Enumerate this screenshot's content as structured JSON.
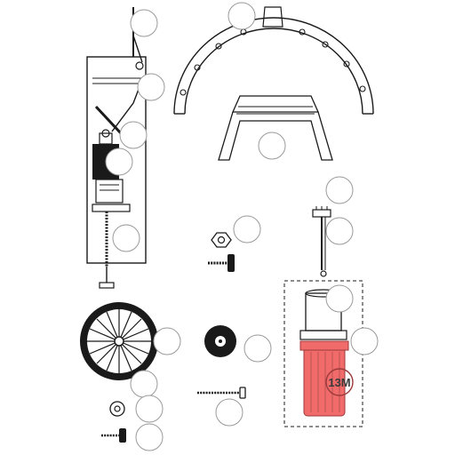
{
  "diagram": {
    "highlight_color": "#f26b6b",
    "highlighted_part": {
      "label": "13M"
    },
    "callouts": [
      {
        "id": "c1",
        "label": ""
      },
      {
        "id": "c2",
        "label": ""
      },
      {
        "id": "c3",
        "label": ""
      },
      {
        "id": "c4",
        "label": ""
      },
      {
        "id": "c5",
        "label": ""
      },
      {
        "id": "c6",
        "label": ""
      },
      {
        "id": "c7",
        "label": ""
      },
      {
        "id": "c8",
        "label": ""
      },
      {
        "id": "c9",
        "label": ""
      },
      {
        "id": "c10",
        "label": ""
      },
      {
        "id": "c11",
        "label": ""
      },
      {
        "id": "c12",
        "label": ""
      },
      {
        "id": "c13",
        "label": ""
      },
      {
        "id": "c14",
        "label": ""
      },
      {
        "id": "c15",
        "label": ""
      },
      {
        "id": "c16",
        "label": ""
      },
      {
        "id": "c17",
        "label": ""
      },
      {
        "id": "c18",
        "label": ""
      },
      {
        "id": "c19",
        "label": ""
      }
    ]
  }
}
